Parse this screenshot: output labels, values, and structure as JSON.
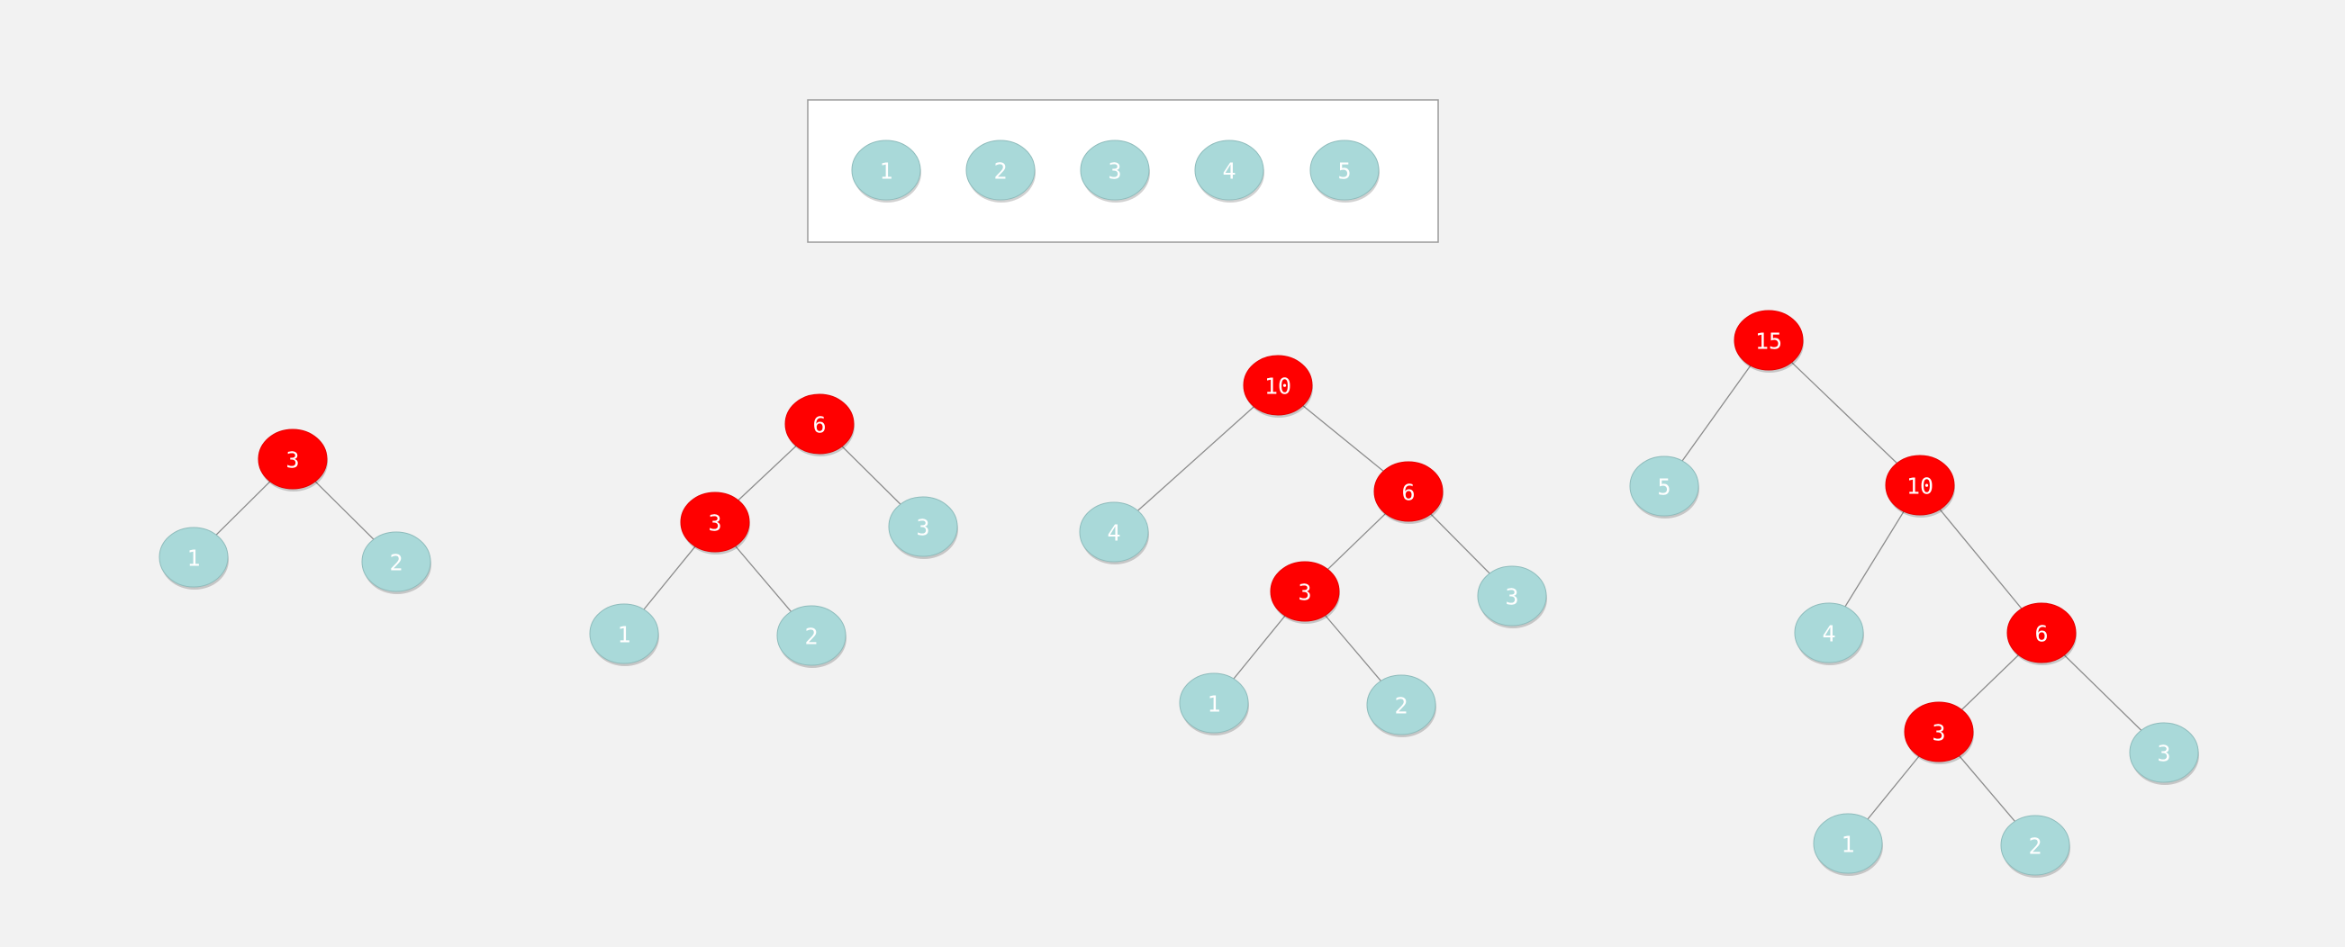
{
  "colors": {
    "background": "#f2f2f2",
    "leaf_fill": "#a9d9d9",
    "leaf_stroke": "#8fbcbc",
    "internal_fill": "#ff0000",
    "internal_stroke": "#e60000",
    "edge": "#8c8c8c",
    "text": "#ffffff"
  },
  "input_weights": [
    "1",
    "2",
    "3",
    "4",
    "5"
  ],
  "trees": [
    {
      "nodes": {
        "a": {
          "label": "3",
          "kind": "internal"
        },
        "b": {
          "label": "1",
          "kind": "leaf"
        },
        "c": {
          "label": "2",
          "kind": "leaf"
        }
      },
      "edges": [
        [
          "a",
          "b"
        ],
        [
          "a",
          "c"
        ]
      ]
    },
    {
      "nodes": {
        "a": {
          "label": "6",
          "kind": "internal"
        },
        "b": {
          "label": "3",
          "kind": "internal"
        },
        "c": {
          "label": "3",
          "kind": "leaf"
        },
        "d": {
          "label": "1",
          "kind": "leaf"
        },
        "e": {
          "label": "2",
          "kind": "leaf"
        }
      },
      "edges": [
        [
          "a",
          "b"
        ],
        [
          "a",
          "c"
        ],
        [
          "b",
          "d"
        ],
        [
          "b",
          "e"
        ]
      ]
    },
    {
      "nodes": {
        "a": {
          "label": "10",
          "kind": "internal"
        },
        "b": {
          "label": "4",
          "kind": "leaf"
        },
        "c": {
          "label": "6",
          "kind": "internal"
        },
        "d": {
          "label": "3",
          "kind": "internal"
        },
        "e": {
          "label": "3",
          "kind": "leaf"
        },
        "f": {
          "label": "1",
          "kind": "leaf"
        },
        "g": {
          "label": "2",
          "kind": "leaf"
        }
      },
      "edges": [
        [
          "a",
          "b"
        ],
        [
          "a",
          "c"
        ],
        [
          "c",
          "d"
        ],
        [
          "c",
          "e"
        ],
        [
          "d",
          "f"
        ],
        [
          "d",
          "g"
        ]
      ]
    },
    {
      "nodes": {
        "a": {
          "label": "15",
          "kind": "internal"
        },
        "b": {
          "label": "5",
          "kind": "leaf"
        },
        "c": {
          "label": "10",
          "kind": "internal"
        },
        "d": {
          "label": "4",
          "kind": "leaf"
        },
        "e": {
          "label": "6",
          "kind": "internal"
        },
        "f": {
          "label": "3",
          "kind": "internal"
        },
        "g": {
          "label": "3",
          "kind": "leaf"
        },
        "h": {
          "label": "1",
          "kind": "leaf"
        },
        "i": {
          "label": "2",
          "kind": "leaf"
        }
      },
      "edges": [
        [
          "a",
          "b"
        ],
        [
          "a",
          "c"
        ],
        [
          "c",
          "d"
        ],
        [
          "c",
          "e"
        ],
        [
          "e",
          "f"
        ],
        [
          "e",
          "g"
        ],
        [
          "f",
          "h"
        ],
        [
          "f",
          "i"
        ]
      ]
    }
  ]
}
